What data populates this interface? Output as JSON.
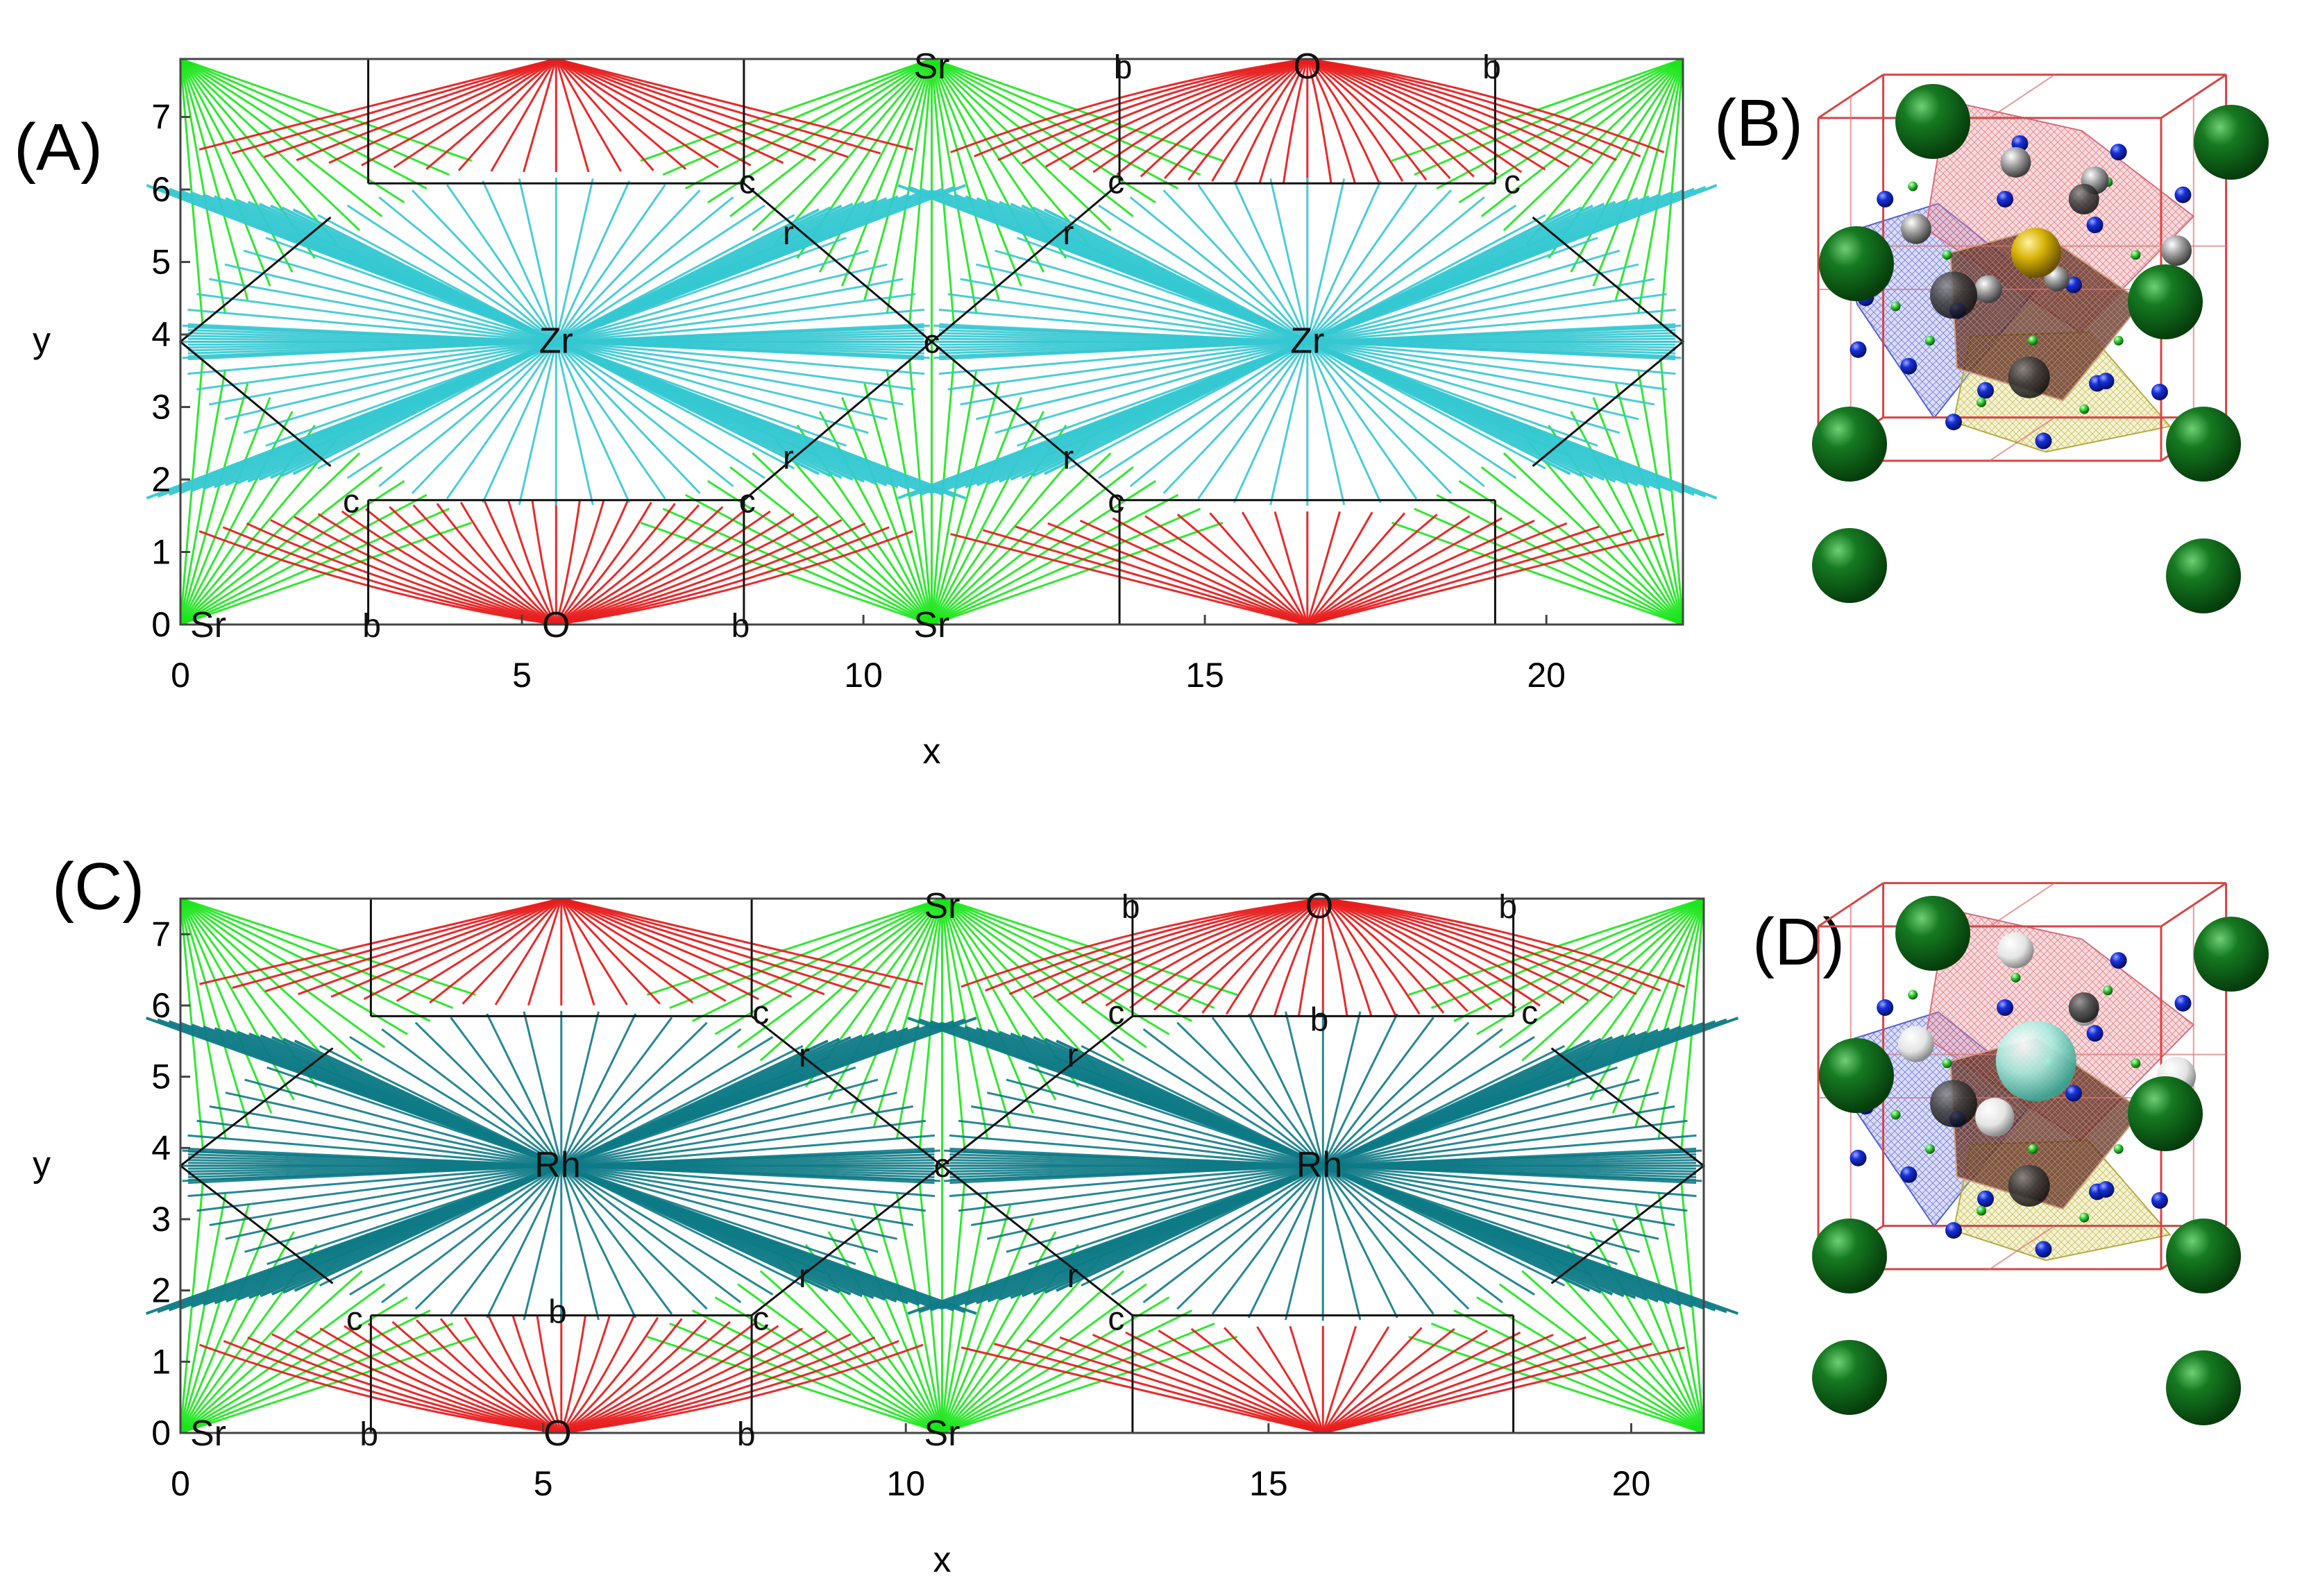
{
  "panels": {
    "A": {
      "label": "(A)",
      "xlabel": "x",
      "ylabel": "y",
      "xlim": [
        0,
        22
      ],
      "ylim": [
        0,
        7.8
      ],
      "xticks": [
        "0",
        "5",
        "10",
        "15",
        "20"
      ],
      "yticks": [
        "0",
        "1",
        "2",
        "3",
        "4",
        "5",
        "6",
        "7"
      ],
      "center_atom": "Zr",
      "center_color": "#35c8d2"
    },
    "B": {
      "label": "(B)"
    },
    "C": {
      "label": "(C)",
      "xlabel": "x",
      "ylabel": "y",
      "xlim": [
        0,
        21
      ],
      "ylim": [
        0,
        7.5
      ],
      "xticks": [
        "0",
        "5",
        "10",
        "15",
        "20"
      ],
      "yticks": [
        "0",
        "1",
        "2",
        "3",
        "4",
        "5",
        "6",
        "7"
      ],
      "center_atom": "Rh",
      "center_color": "#0e7a86"
    },
    "D": {
      "label": "(D)"
    }
  },
  "colors": {
    "sr": "#19e619",
    "o": "#e81e1e",
    "bond": "#111111"
  },
  "chart_data": [
    {
      "type": "scatter",
      "panel": "A",
      "xlim": [
        0,
        22
      ],
      "ylim": [
        0,
        7.8
      ],
      "points": [
        {
          "label": "Sr",
          "x": 0,
          "y": 0
        },
        {
          "label": "b",
          "x": 2.8,
          "y": 0
        },
        {
          "label": "O",
          "x": 5.5,
          "y": 0
        },
        {
          "label": "b",
          "x": 8.2,
          "y": 0
        },
        {
          "label": "Sr",
          "x": 11,
          "y": 0
        },
        {
          "label": "Sr",
          "x": 11,
          "y": 7.8
        },
        {
          "label": "b",
          "x": 13.8,
          "y": 7.8
        },
        {
          "label": "O",
          "x": 16.5,
          "y": 7.8
        },
        {
          "label": "b",
          "x": 19.2,
          "y": 7.8
        },
        {
          "label": "Zr",
          "x": 5.5,
          "y": 3.9
        },
        {
          "label": "c",
          "x": 11,
          "y": 3.9
        },
        {
          "label": "Zr",
          "x": 16.5,
          "y": 3.9
        },
        {
          "label": "c",
          "x": 2.5,
          "y": 1.7
        },
        {
          "label": "c",
          "x": 8.3,
          "y": 1.7
        },
        {
          "label": "c",
          "x": 13.7,
          "y": 1.7
        },
        {
          "label": "c",
          "x": 8.3,
          "y": 6.1
        },
        {
          "label": "c",
          "x": 13.7,
          "y": 6.1
        },
        {
          "label": "c",
          "x": 19.5,
          "y": 6.1
        },
        {
          "label": "r",
          "x": 8.9,
          "y": 2.3
        },
        {
          "label": "r",
          "x": 13,
          "y": 2.3
        },
        {
          "label": "r",
          "x": 8.9,
          "y": 5.4
        },
        {
          "label": "r",
          "x": 13,
          "y": 5.4
        }
      ]
    },
    {
      "type": "scatter",
      "panel": "C",
      "xlim": [
        0,
        21
      ],
      "ylim": [
        0,
        7.5
      ],
      "points": [
        {
          "label": "Sr",
          "x": 0,
          "y": 0
        },
        {
          "label": "b",
          "x": 2.6,
          "y": 0
        },
        {
          "label": "O",
          "x": 5.2,
          "y": 0
        },
        {
          "label": "b",
          "x": 7.8,
          "y": 0
        },
        {
          "label": "Sr",
          "x": 10.5,
          "y": 0
        },
        {
          "label": "Sr",
          "x": 10.5,
          "y": 7.5
        },
        {
          "label": "b",
          "x": 13.1,
          "y": 7.5
        },
        {
          "label": "O",
          "x": 15.7,
          "y": 7.5
        },
        {
          "label": "b",
          "x": 18.3,
          "y": 7.5
        },
        {
          "label": "Rh",
          "x": 5.2,
          "y": 3.75
        },
        {
          "label": "c",
          "x": 10.5,
          "y": 3.75
        },
        {
          "label": "Rh",
          "x": 15.7,
          "y": 3.75
        },
        {
          "label": "c",
          "x": 2.4,
          "y": 1.6
        },
        {
          "label": "c",
          "x": 8,
          "y": 1.6
        },
        {
          "label": "c",
          "x": 12.9,
          "y": 1.6
        },
        {
          "label": "c",
          "x": 8,
          "y": 5.9
        },
        {
          "label": "c",
          "x": 12.9,
          "y": 5.9
        },
        {
          "label": "c",
          "x": 18.6,
          "y": 5.9
        },
        {
          "label": "b",
          "x": 5.2,
          "y": 1.7
        },
        {
          "label": "b",
          "x": 15.7,
          "y": 5.8
        },
        {
          "label": "r",
          "x": 8.6,
          "y": 2.2
        },
        {
          "label": "r",
          "x": 12.3,
          "y": 2.2
        },
        {
          "label": "r",
          "x": 8.6,
          "y": 5.3
        },
        {
          "label": "r",
          "x": 12.3,
          "y": 5.3
        }
      ]
    }
  ]
}
